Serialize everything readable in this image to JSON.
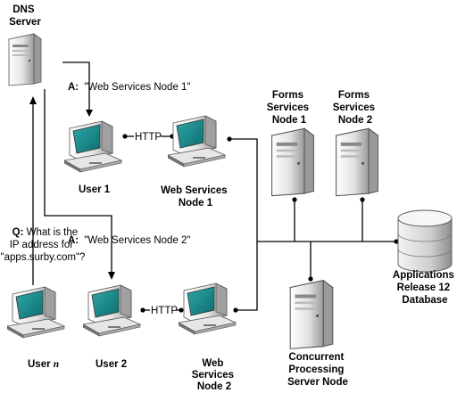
{
  "colors": {
    "line": "#000000",
    "screen": "#1e8f8f",
    "case_light": "#f2f2f2",
    "case_dark": "#8a8a8a"
  },
  "nodes": {
    "dns_server": {
      "line1": "DNS",
      "line2": "Server",
      "icon": "server-tower-icon"
    },
    "user1": {
      "label": "User 1",
      "icon": "desktop-computer-icon"
    },
    "user2": {
      "label": "User 2",
      "icon": "desktop-computer-icon"
    },
    "usern": {
      "label_prefix": "User ",
      "label_var": "n",
      "icon": "desktop-computer-icon"
    },
    "ws_node1": {
      "line1": "Web Services",
      "line2": "Node 1",
      "icon": "desktop-computer-icon"
    },
    "ws_node2": {
      "line1": "Web",
      "line2": "Services",
      "line3": "Node 2",
      "icon": "desktop-computer-icon"
    },
    "forms1": {
      "line1": "Forms",
      "line2": "Services",
      "line3": "Node 1",
      "icon": "server-tower-icon"
    },
    "forms2": {
      "line1": "Forms",
      "line2": "Services",
      "line3": "Node 2",
      "icon": "server-tower-icon"
    },
    "db": {
      "line1": "Applications",
      "line2": "Release 12",
      "line3": "Database",
      "icon": "database-cylinder-icon"
    },
    "concurrent": {
      "line1": "Concurrent",
      "line2": "Processing",
      "line3": "Server Node",
      "icon": "server-tower-icon"
    }
  },
  "edges": {
    "http1": "HTTP",
    "http2": "HTTP"
  },
  "annotations": {
    "answer1_prefix": "A:",
    "answer1_text": "\"Web Services Node 1\"",
    "answer2_prefix": "A:",
    "answer2_text": "\"Web Services Node 2\"",
    "question_prefix": "Q:",
    "question_line1": "What is the",
    "question_line2": "IP address for",
    "question_line3": "\"apps.surby.com\"?"
  }
}
